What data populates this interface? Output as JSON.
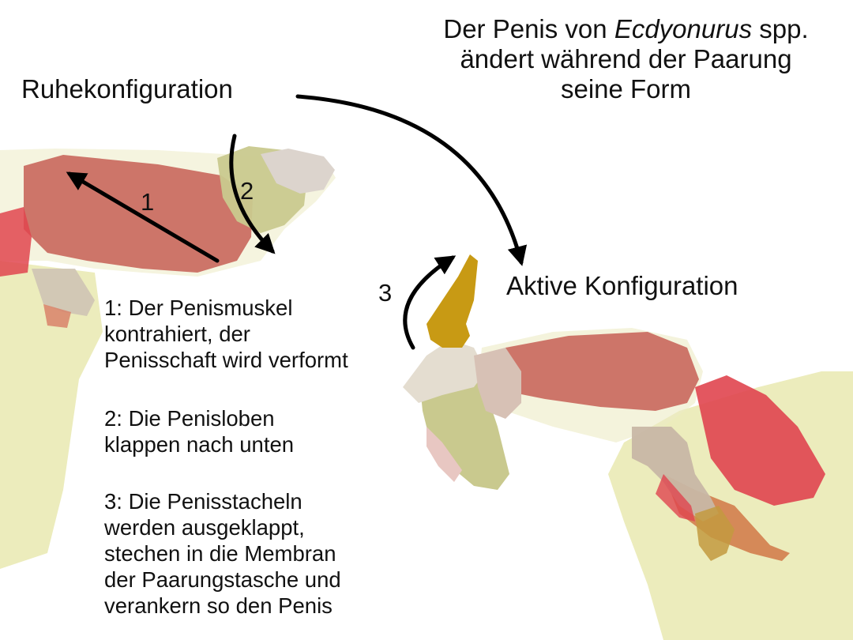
{
  "title": {
    "line1_pre": "Der Penis von ",
    "line1_italic": "Ecdyonurus",
    "line1_post": " spp.",
    "line2": "ändert während der Paarung",
    "line3": "seine Form"
  },
  "labels": {
    "rest": "Ruhekonfiguration",
    "active": "Aktive Konfiguration"
  },
  "arrow_numbers": [
    "1",
    "2",
    "3"
  ],
  "steps": [
    {
      "lines": [
        "1: Der Penismuskel",
        "kontrahiert, der",
        "Penisschaft wird verformt"
      ]
    },
    {
      "lines": [
        "2: Die Penisloben",
        "klappen nach unten"
      ]
    },
    {
      "lines": [
        "3: Die Penisstacheln",
        "werden ausgeklappt,",
        "stechen in die Membran",
        "der Paarungstasche und",
        "verankern so den Penis"
      ]
    }
  ],
  "colors": {
    "muscle": "#c9675c",
    "muscle_bright": "#e0454f",
    "membrane": "#e6e6a6",
    "lobe": "#c9c98e",
    "bone": "#d8cfc6",
    "spine": "#c89a14",
    "arrow": "#000000"
  }
}
